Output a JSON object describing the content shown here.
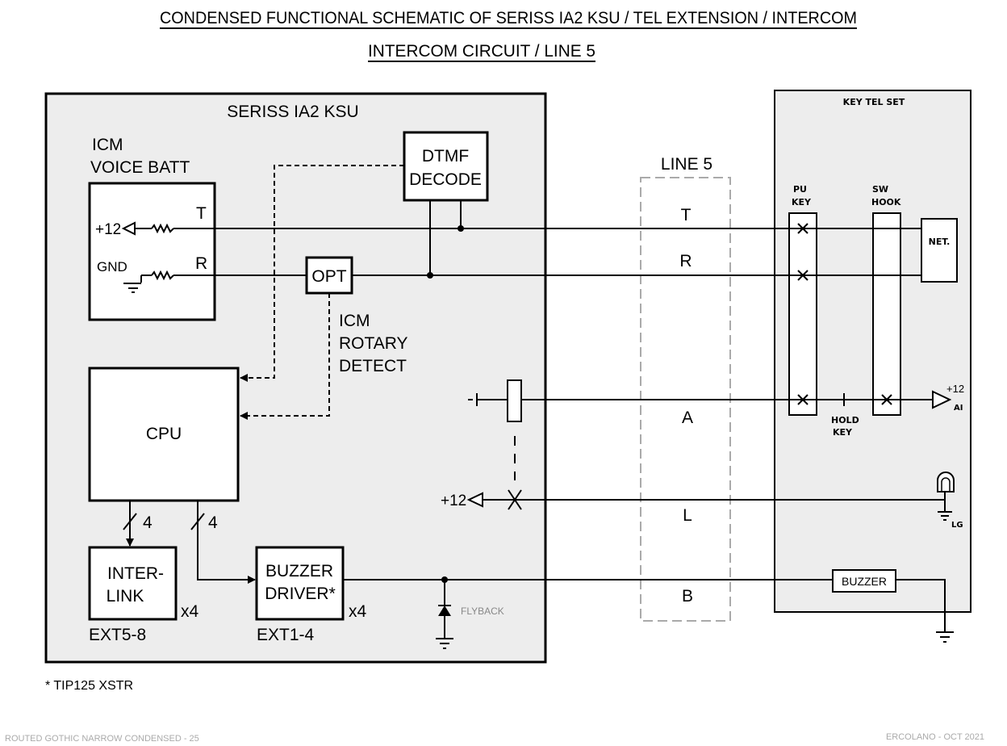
{
  "title": "CONDENSED FUNCTIONAL SCHEMATIC OF SERISS IA2 KSU / TEL EXTENSION / INTERCOM",
  "subtitle": "INTERCOM CIRCUIT / LINE 5",
  "ksu": {
    "title": "SERISS IA2 KSU",
    "icm_voice_batt": {
      "line1": "ICM",
      "line2": "VOICE BATT",
      "plus12": "+12",
      "gnd": "GND",
      "t": "T",
      "r": "R"
    },
    "dtmf": {
      "line1": "DTMF",
      "line2": "DECODE"
    },
    "opt": "OPT",
    "icm_rotary": {
      "line1": "ICM",
      "line2": "ROTARY",
      "line3": "DETECT"
    },
    "cpu": "CPU",
    "bus_a": "4",
    "bus_b": "4",
    "interlink": {
      "line1": "INTER-",
      "line2": "LINK",
      "mult": "x4",
      "ext": "EXT5-8"
    },
    "buzzer_driver": {
      "line1": "BUZZER",
      "line2": "DRIVER*",
      "mult": "x4",
      "ext": "EXT1-4"
    },
    "flyback": "FLYBACK",
    "plus12_l": "+12"
  },
  "line5": {
    "title": "LINE 5",
    "t": "T",
    "r": "R",
    "a": "A",
    "l": "L",
    "b": "B"
  },
  "tel_set": {
    "title": "KEY TEL SET",
    "pu_key": {
      "line1": "PU",
      "line2": "KEY"
    },
    "sw_hook": {
      "line1": "SW",
      "line2": "HOOK"
    },
    "net": "NET.",
    "hold_key": {
      "line1": "HOLD",
      "line2": "KEY"
    },
    "ai": {
      "plus12": "+12",
      "label": "AI"
    },
    "lg": "LG",
    "buzzer": "BUZZER"
  },
  "footnote": "* TIP125 XSTR",
  "footer_left": "ROUTED GOTHIC NARROW CONDENSED - 25",
  "footer_right": "ERCOLANO - OCT 2021"
}
